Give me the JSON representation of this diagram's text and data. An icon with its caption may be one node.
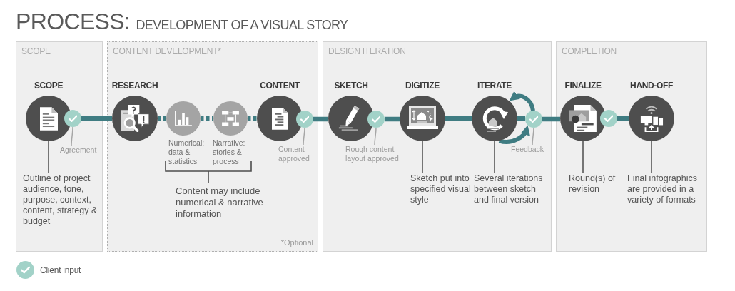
{
  "diagram": {
    "title": "PROCESS: DEVELOPMENT OF A VISUAL STORY",
    "nodes": [
      {
        "text": [
          "SCOPE"
        ]
      },
      {
        "text": [
          "CONTENT DEVELOPMENT*",
          "*Optional"
        ]
      },
      {
        "text": [
          "DESIGN ITERATION"
        ]
      },
      {
        "text": [
          "COMPLETION"
        ]
      },
      {
        "text": [
          "SCOPE"
        ],
        "in": 0
      },
      {
        "text": [],
        "shape": "circle",
        "in": 0
      },
      {
        "text": [
          "Agreement"
        ],
        "in": 0
      },
      {
        "text": [
          "Outline of project audience, tone, purpose, context, content, strategy & budget"
        ],
        "in": 0
      },
      {
        "text": [
          "RESEARCH"
        ],
        "in": 1
      },
      {
        "text": [],
        "shape": "circle",
        "beside": [
          "Numerical: data & statistics"
        ],
        "in": 1
      },
      {
        "text": [],
        "shape": "circle",
        "beside": [
          "Narrative: stories & process"
        ],
        "in": 1
      },
      {
        "text": [
          "CONTENT"
        ],
        "in": 1
      },
      {
        "text": [],
        "shape": "circle",
        "in": 1
      },
      {
        "text": [
          "Content approved"
        ],
        "in": 1
      },
      {
        "text": [
          "SKETCH"
        ],
        "in": 2
      },
      {
        "text": [],
        "shape": "circle",
        "in": 2
      },
      {
        "text": [
          "Rough content layout approved"
        ],
        "in": 2
      },
      {
        "text": [
          "DIGITIZE"
        ],
        "in": 2
      },
      {
        "text": [
          "Sketch put into specified visual style"
        ],
        "in": 2
      },
      {
        "text": [
          "ITERATE"
        ],
        "in": 2
      },
      {
        "text": [],
        "shape": "circle",
        "in": 2
      },
      {
        "text": [
          "Feedback"
        ],
        "in": 2
      },
      {
        "text": [
          "Several iterations between sketch and final version"
        ],
        "in": 2
      },
      {
        "text": [
          "FINALIZE"
        ],
        "in": 3
      },
      {
        "text": [],
        "shape": "circle",
        "in": 3
      },
      {
        "text": [
          "HAND-OFF"
        ],
        "in": 3
      },
      {
        "text": [
          "Round(s) of revision"
        ],
        "in": 3
      },
      {
        "text": [
          "Final infographics are provided in a variety of formats"
        ],
        "in": 3
      }
    ],
    "edges": [
      {
        "from": 5,
        "to": 8,
        "arrow": "none"
      },
      {
        "from": 8,
        "to": 9,
        "arrow": "none",
        "style": "dashed"
      },
      {
        "from": 9,
        "to": 10,
        "arrow": "none",
        "style": "dashed"
      },
      {
        "from": 10,
        "to": 11,
        "arrow": "none",
        "style": "dashed"
      },
      {
        "from": 12,
        "to": 14,
        "arrow": "none"
      },
      {
        "from": 15,
        "to": 17,
        "arrow": "none"
      },
      {
        "from": 17,
        "to": 19,
        "arrow": "none"
      },
      {
        "from": 19,
        "to": 20,
        "arrow": "none"
      },
      {
        "from": 20,
        "to": 23,
        "arrow": "none"
      },
      {
        "from": 24,
        "to": 25,
        "arrow": "none"
      },
      {
        "from": 20,
        "to": 19,
        "arrow": "to"
      },
      {
        "from": 19,
        "to": 20,
        "arrow": "to"
      },
      {
        "from": 4,
        "to": 7,
        "arrow": "none",
        "color": "#4d4d4d"
      },
      {
        "from": 6,
        "to": 5,
        "arrow": "none",
        "color": "#a6a6a6"
      },
      {
        "from": 13,
        "to": 12,
        "arrow": "none",
        "color": "#a6a6a6"
      },
      {
        "from": 16,
        "to": 15,
        "arrow": "none",
        "color": "#a6a6a6"
      },
      {
        "from": 17,
        "to": 18,
        "arrow": "none",
        "color": "#4d4d4d"
      },
      {
        "from": 21,
        "to": 20,
        "arrow": "none",
        "color": "#a6a6a6"
      },
      {
        "from": 19,
        "to": 22,
        "arrow": "none",
        "color": "#4d4d4d"
      },
      {
        "from": 23,
        "to": 26,
        "arrow": "none",
        "color": "#4d4d4d"
      },
      {
        "from": 25,
        "to": 27,
        "arrow": "none",
        "color": "#4d4d4d"
      }
    ],
    "labels": [
      "Content may include numerical & narrative information"
    ],
    "legend": [
      {
        "text": "Client input"
      }
    ]
  }
}
